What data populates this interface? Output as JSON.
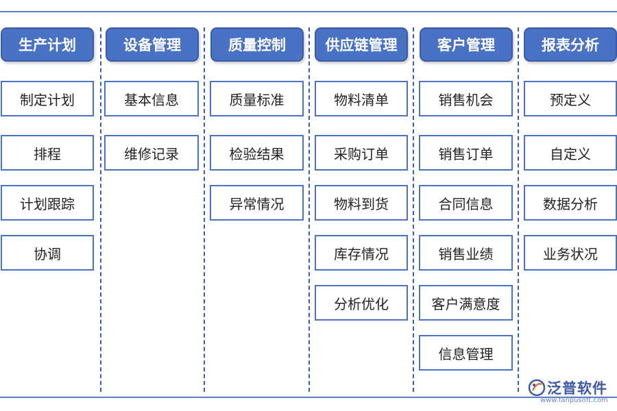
{
  "columns": [
    {
      "header": "生产计划",
      "items": [
        "制定计划",
        "排程",
        "计划跟踪",
        "协调"
      ]
    },
    {
      "header": "设备管理",
      "items": [
        "基本信息",
        "维修记录"
      ]
    },
    {
      "header": "质量控制",
      "items": [
        "质量标准",
        "检验结果",
        "异常情况"
      ]
    },
    {
      "header": "供应链管理",
      "items": [
        "物料清单",
        "采购订单",
        "物料到货",
        "库存情况",
        "分析优化"
      ]
    },
    {
      "header": "客户管理",
      "items": [
        "销售机会",
        "销售订单",
        "合同信息",
        "销售业绩",
        "客户满意度",
        "信息管理"
      ]
    },
    {
      "header": "报表分析",
      "items": [
        "预定义",
        "自定义",
        "数据分析",
        "业务状况"
      ]
    }
  ],
  "logo": {
    "text": "泛普软件",
    "url": "www.fanpusoft.com",
    "icon": "fanpu-logo-icon"
  },
  "colors": {
    "header_fill": "#4a72c4",
    "header_border": "#3a5aa6",
    "box_border": "#4a72c4",
    "divider": "#3b5cb0"
  }
}
